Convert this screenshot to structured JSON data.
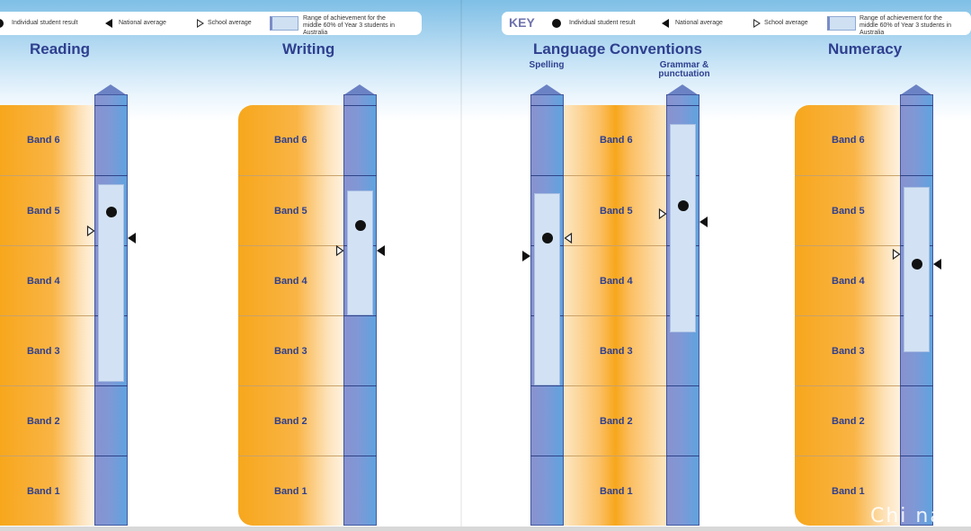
{
  "key_left": {
    "items": [
      {
        "icon": "dot",
        "label": "Individual student result"
      },
      {
        "icon": "triangle-filled",
        "label": "National average"
      },
      {
        "icon": "triangle-open",
        "label": "School average"
      },
      {
        "icon": "range-box",
        "label": "Range of achievement for the middle 60% of Year 3 students in Australia"
      }
    ]
  },
  "key_right": {
    "word": "KEY",
    "items": [
      {
        "icon": "dot",
        "label": "Individual student result"
      },
      {
        "icon": "triangle-filled",
        "label": "National average"
      },
      {
        "icon": "triangle-open",
        "label": "School average"
      },
      {
        "icon": "range-box",
        "label": "Range of achievement for the middle 60% of Year 3 students in Australia"
      }
    ]
  },
  "colors": {
    "band_orange": "#f7a71c",
    "scale_blue": "#6b82c4",
    "title_navy": "#2e3f8f",
    "range_fill": "#d2e2f4"
  },
  "watermark": "Chi na",
  "chart_data": [
    {
      "type": "band-scale",
      "title": "Reading",
      "bands": [
        "Band 6",
        "Band 5",
        "Band 4",
        "Band 3",
        "Band 2",
        "Band 1"
      ],
      "y_range": [
        1,
        7
      ],
      "scales": [
        {
          "subtitle": "",
          "student": 5.48,
          "national": 5.1,
          "school": 5.2,
          "range": [
            3.05,
            5.87
          ]
        }
      ]
    },
    {
      "type": "band-scale",
      "title": "Writing",
      "bands": [
        "Band 6",
        "Band 5",
        "Band 4",
        "Band 3",
        "Band 2",
        "Band 1"
      ],
      "y_range": [
        1,
        7
      ],
      "scales": [
        {
          "subtitle": "",
          "student": 5.28,
          "national": 4.92,
          "school": 4.92,
          "range": [
            4.0,
            5.78
          ]
        }
      ]
    },
    {
      "type": "band-scale",
      "title": "Language Conventions",
      "bands": [
        "Band 6",
        "Band 5",
        "Band 4",
        "Band 3",
        "Band 2",
        "Band 1"
      ],
      "y_range": [
        1,
        7
      ],
      "scales": [
        {
          "subtitle": "Spelling",
          "student": 5.1,
          "national": 4.85,
          "school": 5.1,
          "range": [
            3.0,
            5.74
          ]
        },
        {
          "subtitle": "Grammar & punctuation",
          "student": 5.57,
          "national": 5.33,
          "school": 5.45,
          "range": [
            3.75,
            6.73
          ]
        }
      ]
    },
    {
      "type": "band-scale",
      "title": "Numeracy",
      "bands": [
        "Band 6",
        "Band 5",
        "Band 4",
        "Band 3",
        "Band 2",
        "Band 1"
      ],
      "y_range": [
        1,
        7
      ],
      "scales": [
        {
          "subtitle": "",
          "student": 4.73,
          "national": 4.73,
          "school": 4.87,
          "range": [
            3.47,
            5.83
          ]
        }
      ]
    }
  ]
}
